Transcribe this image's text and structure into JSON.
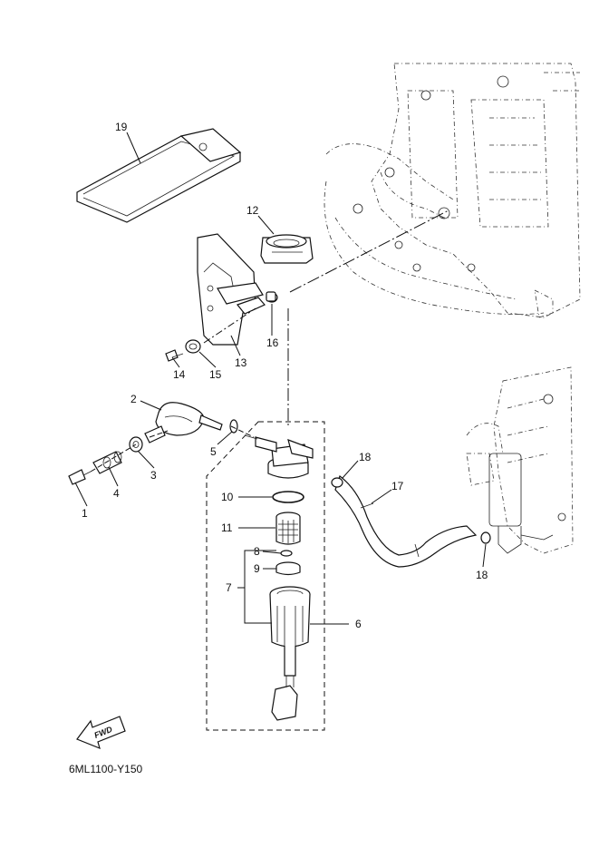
{
  "diagram": {
    "code": "6ML1100-Y150",
    "fwd_label": "FWD",
    "callouts": [
      "1",
      "2",
      "3",
      "4",
      "5",
      "6",
      "7",
      "8",
      "9",
      "10",
      "11",
      "12",
      "13",
      "14",
      "15",
      "16",
      "17",
      "18",
      "18",
      "19"
    ]
  }
}
